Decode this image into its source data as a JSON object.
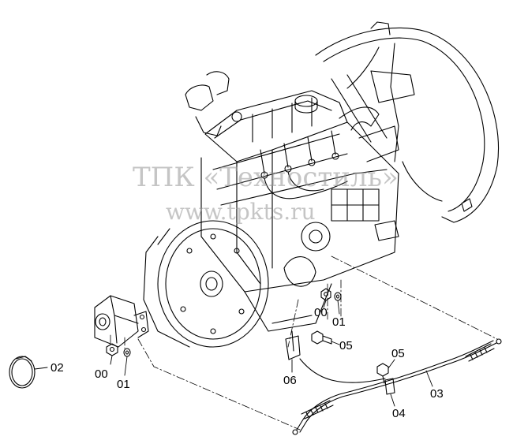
{
  "watermark": {
    "line1": "ТПК «Техностиль»",
    "line2": "www.tpkts.ru"
  },
  "callouts": [
    {
      "id": "c02a",
      "text": "02"
    },
    {
      "id": "c00a",
      "text": "00"
    },
    {
      "id": "c01a",
      "text": "01"
    },
    {
      "id": "c00b",
      "text": "00"
    },
    {
      "id": "c01b",
      "text": "01"
    },
    {
      "id": "c05a",
      "text": "05"
    },
    {
      "id": "c06",
      "text": "06"
    },
    {
      "id": "c05b",
      "text": "05"
    },
    {
      "id": "c03",
      "text": "03"
    },
    {
      "id": "c04",
      "text": "04"
    }
  ],
  "colors": {
    "line": "#000000",
    "watermark": "#969696"
  }
}
